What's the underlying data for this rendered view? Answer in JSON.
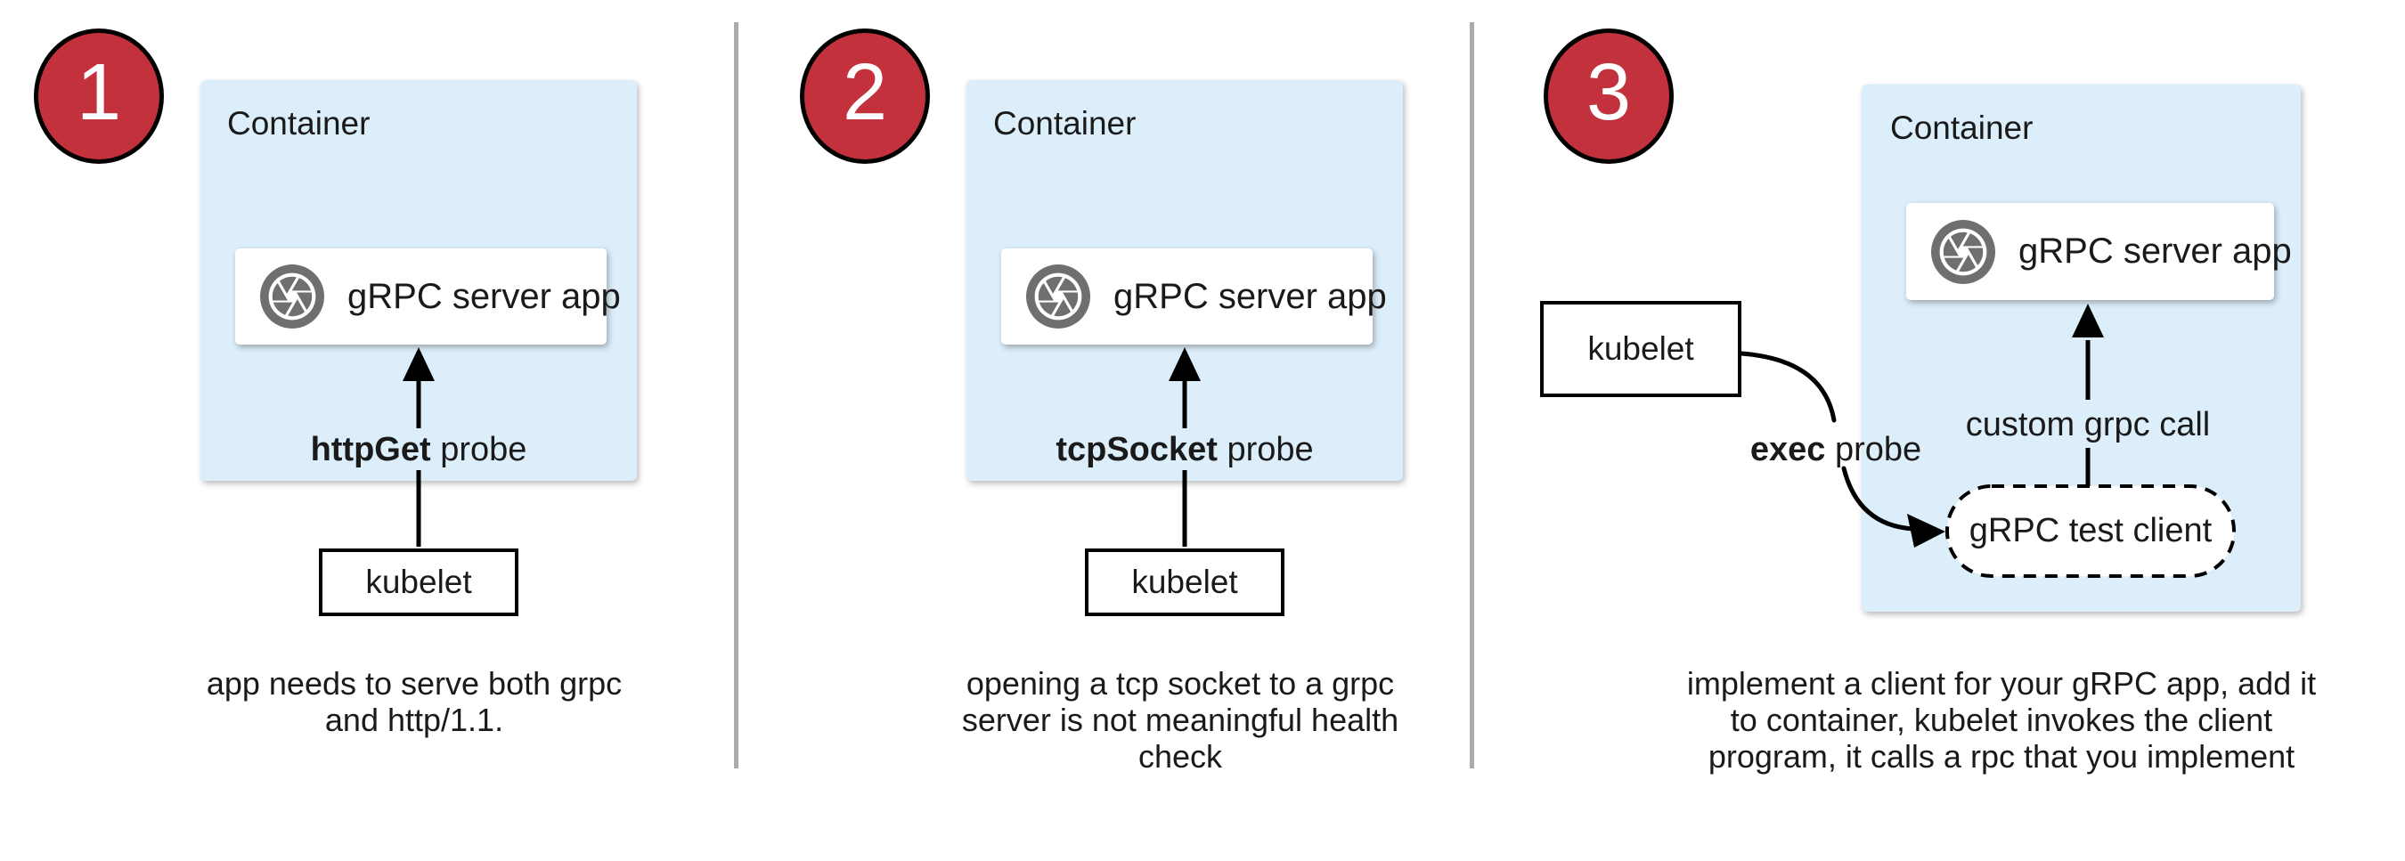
{
  "colors": {
    "badge_fill": "#C3313C",
    "badge_border": "#000000",
    "container_fill": "#DCEEFA",
    "box_fill": "#FFFFFF",
    "icon_gray": "#6F6F6F",
    "divider_gray": "#ACACAC",
    "line_black": "#000000"
  },
  "panels": [
    {
      "badge_number": "1",
      "container_label": "Container",
      "app_icon": "aperture-icon",
      "app_label": "gRPC server app",
      "probe_bold": "httpGet",
      "probe_rest": " probe",
      "kubelet_label": "kubelet",
      "caption_lines": [
        "app needs to serve both grpc",
        "and http/1.1."
      ]
    },
    {
      "badge_number": "2",
      "container_label": "Container",
      "app_icon": "aperture-icon",
      "app_label": "gRPC server app",
      "probe_bold": "tcpSocket",
      "probe_rest": " probe",
      "kubelet_label": "kubelet",
      "caption_lines": [
        "opening a tcp socket to a grpc",
        "server is not meaningful health",
        "check"
      ]
    },
    {
      "badge_number": "3",
      "container_label": "Container",
      "app_icon": "aperture-icon",
      "app_label": "gRPC server app",
      "probe_bold": "exec",
      "probe_rest": " probe",
      "kubelet_label": "kubelet",
      "call_label": "custom grpc call",
      "test_client_label": "gRPC test client",
      "caption_lines": [
        "implement a client for your gRPC app, add it",
        "to container, kubelet invokes the client",
        "program, it calls a rpc that you implement"
      ]
    }
  ]
}
